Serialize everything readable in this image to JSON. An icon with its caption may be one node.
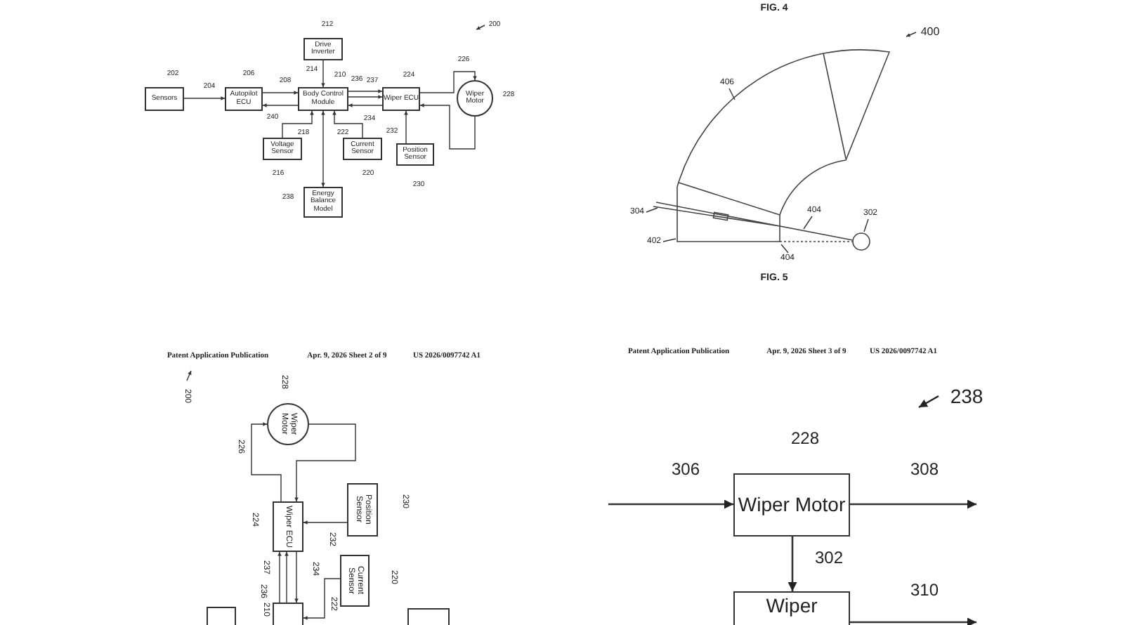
{
  "diagram": {
    "nodes": [
      {
        "text": [
          "Sensors"
        ],
        "beside": [
          "202"
        ]
      },
      {
        "text": [
          "Autopilot ECU"
        ],
        "beside": [
          "206"
        ]
      },
      {
        "text": [
          "Drive Inverter"
        ],
        "beside": [
          "212"
        ]
      },
      {
        "text": [
          "Body Control Module"
        ],
        "beside": [
          "210"
        ]
      },
      {
        "text": [
          "Wiper ECU"
        ],
        "beside": [
          "224"
        ]
      },
      {
        "text": [
          "Wiper Motor"
        ],
        "beside": [
          "228"
        ]
      },
      {
        "text": [
          "Voltage Sensor"
        ],
        "beside": [
          "216"
        ]
      },
      {
        "text": [
          "Current Sensor"
        ],
        "beside": [
          "220"
        ]
      },
      {
        "text": [
          "Position Sensor"
        ],
        "beside": [
          "230"
        ]
      },
      {
        "text": [
          "Energy Balance Model"
        ],
        "beside": [
          "238"
        ]
      },
      {
        "text": [
          "406"
        ]
      },
      {
        "text": [
          "304"
        ]
      },
      {
        "text": [
          "402"
        ]
      },
      {
        "text": [
          "404"
        ]
      },
      {
        "text": [
          "404"
        ]
      },
      {
        "text": [
          "302"
        ]
      },
      {
        "text": [
          "Wiper Motor"
        ],
        "beside": [
          "228"
        ]
      },
      {
        "text": [
          "Wiper ECU"
        ],
        "beside": [
          "224"
        ]
      },
      {
        "text": [
          "Position Sensor"
        ],
        "beside": [
          "230"
        ]
      },
      {
        "text": [
          "Current Sensor"
        ],
        "beside": [
          "220"
        ]
      },
      {
        "text": [],
        "shape": "box",
        "beside": [
          "210"
        ]
      },
      {
        "text": [],
        "shape": "box"
      },
      {
        "text": [],
        "shape": "box"
      },
      {
        "text": [
          "Wiper Motor"
        ],
        "beside": [
          "228"
        ]
      },
      {
        "text": [
          "Wiper"
        ]
      }
    ],
    "edges": [
      {
        "from": 0,
        "to": 1,
        "arrow": "to",
        "label": "204"
      },
      {
        "from": 1,
        "to": 3,
        "arrow": "to",
        "label": "208"
      },
      {
        "from": 3,
        "to": 1,
        "arrow": "to",
        "label": "240"
      },
      {
        "from": 2,
        "to": 3,
        "arrow": "to",
        "label": "214"
      },
      {
        "from": 3,
        "to": 4,
        "arrow": "to",
        "label": "236"
      },
      {
        "from": 3,
        "to": 4,
        "arrow": "to",
        "label": "237"
      },
      {
        "from": 4,
        "to": 3,
        "arrow": "to",
        "label": "234"
      },
      {
        "from": 4,
        "to": 5,
        "arrow": "to",
        "label": "226"
      },
      {
        "from": 5,
        "to": 4,
        "arrow": "to"
      },
      {
        "from": 6,
        "to": 3,
        "arrow": "to",
        "label": "218"
      },
      {
        "from": 7,
        "to": 3,
        "arrow": "to",
        "label": "222"
      },
      {
        "from": 8,
        "to": 4,
        "arrow": "to",
        "label": "232"
      },
      {
        "from": 9,
        "to": 3,
        "arrow": "both"
      },
      {
        "from": 10,
        "to": null,
        "arrow": "none"
      },
      {
        "from": 11,
        "to": null,
        "arrow": "none"
      },
      {
        "from": 12,
        "to": null,
        "arrow": "none"
      },
      {
        "from": 13,
        "to": null,
        "arrow": "none"
      },
      {
        "from": 14,
        "to": null,
        "arrow": "none"
      },
      {
        "from": 15,
        "to": null,
        "arrow": "none"
      },
      {
        "from": 17,
        "to": 16,
        "arrow": "to",
        "label": "226"
      },
      {
        "from": 16,
        "to": 17,
        "arrow": "to"
      },
      {
        "from": 18,
        "to": 17,
        "arrow": "to",
        "label": "232"
      },
      {
        "from": 20,
        "to": 17,
        "arrow": "to",
        "label": "236"
      },
      {
        "from": 20,
        "to": 17,
        "arrow": "to",
        "label": "237"
      },
      {
        "from": 17,
        "to": 20,
        "arrow": "to",
        "label": "234"
      },
      {
        "from": 19,
        "to": 20,
        "arrow": "to",
        "label": "222"
      },
      {
        "from": null,
        "to": 23,
        "arrow": "to",
        "label": "306"
      },
      {
        "from": 23,
        "to": null,
        "arrow": "to",
        "label": "308"
      },
      {
        "from": 23,
        "to": 24,
        "arrow": "to"
      },
      {
        "from": 24,
        "to": null,
        "arrow": "to",
        "label": "310"
      }
    ],
    "labels": [
      "200",
      "FIG. 4",
      "400",
      "FIG. 5",
      "Patent Application Publication",
      "Apr. 9, 2026 Sheet 2 of 9",
      "US 2026/0097742 A1",
      "Patent Application Publication",
      "Apr. 9, 2026 Sheet 3 of 9",
      "US 2026/0097742 A1",
      "200",
      "238",
      "302"
    ]
  }
}
